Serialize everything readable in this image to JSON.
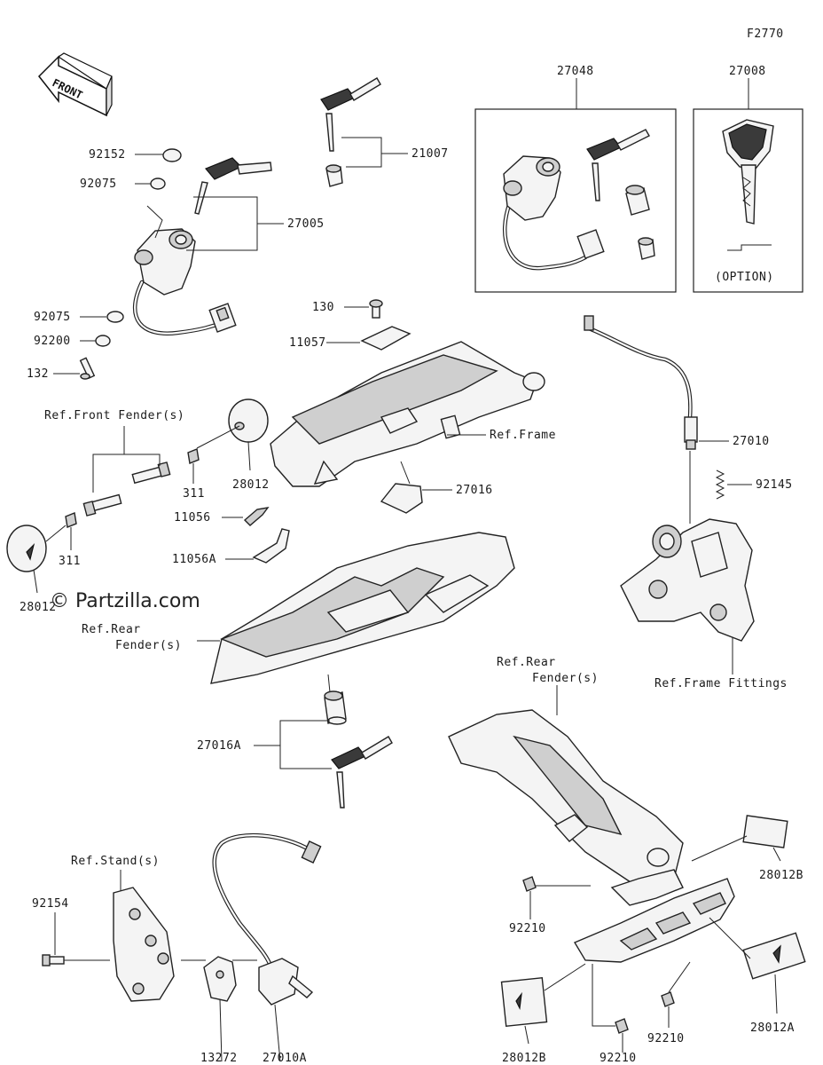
{
  "figure_code": "F2770",
  "front_label": "FRONT",
  "watermark": "© Partzilla.com",
  "option_label": "(OPTION)",
  "callouts": {
    "p27048": "27048",
    "p27008": "27008",
    "p21007": "21007",
    "p27005": "27005",
    "p92152": "92152",
    "p92075a": "92075",
    "p92075b": "92075",
    "p92200": "92200",
    "p132": "132",
    "p130": "130",
    "p11057": "11057",
    "ref_front_fender": "Ref.Front Fender(s)",
    "ref_frame": "Ref.Frame",
    "p311a": "311",
    "p311b": "311",
    "p28012a": "28012",
    "p28012b": "28012",
    "p27016": "27016",
    "p11056": "11056",
    "p11056a": "11056A",
    "ref_rear_fender_1a": "Ref.Rear",
    "ref_rear_fender_1b": "Fender(s)",
    "p27010": "27010",
    "p92145": "92145",
    "ref_frame_fittings": "Ref.Frame Fittings",
    "p27016a": "27016A",
    "ref_rear_fender_2a": "Ref.Rear",
    "ref_rear_fender_2b": "Fender(s)",
    "ref_stand": "Ref.Stand(s)",
    "p92154": "92154",
    "p13272": "13272",
    "p27010a": "27010A",
    "p92210a": "92210",
    "p92210b": "92210",
    "p92210c": "92210",
    "p28012b_a": "28012B",
    "p28012b_b": "28012B",
    "p28012a_r": "28012A"
  }
}
